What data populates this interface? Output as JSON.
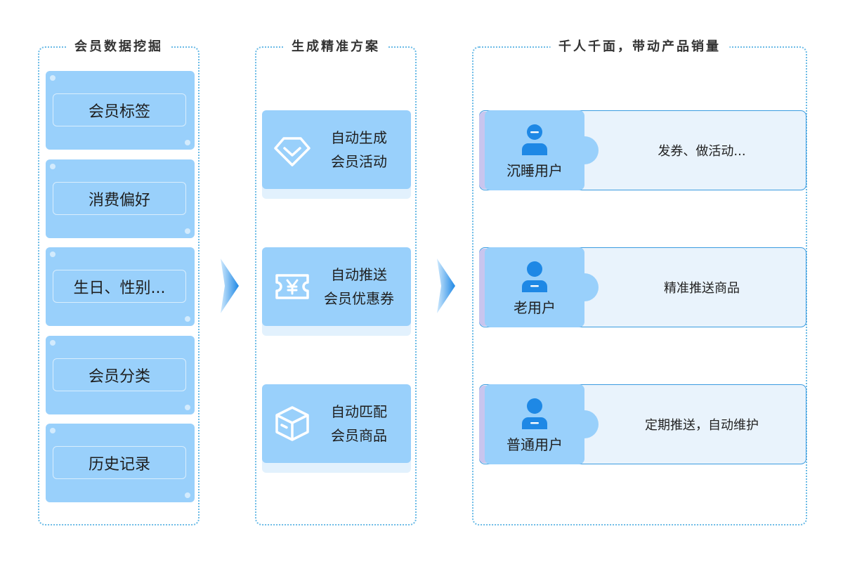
{
  "columns": {
    "mining": {
      "title": "会员数据挖掘",
      "items": [
        "会员标签",
        "消费偏好",
        "生日、性别...",
        "会员分类",
        "历史记录"
      ]
    },
    "plans": {
      "title": "生成精准方案",
      "items": [
        {
          "line1": "自动生成",
          "line2": "会员活动",
          "icon": "diamond-icon"
        },
        {
          "line1": "自动推送",
          "line2": "会员优惠券",
          "icon": "yen-ticket-icon"
        },
        {
          "line1": "自动匹配",
          "line2": "会员商品",
          "icon": "box-icon"
        }
      ]
    },
    "targeting": {
      "title": "千人千面，带动产品销量",
      "rows": [
        {
          "user": "沉睡用户",
          "action": "发券、做活动..."
        },
        {
          "user": "老用户",
          "action": "精准推送商品"
        },
        {
          "user": "普通用户",
          "action": "定期推送，自动维护"
        }
      ]
    }
  },
  "colors": {
    "card": "#99d0fb",
    "border": "#6bbbe6",
    "accent": "#1e88e5",
    "arrow": "#1e88e5"
  }
}
